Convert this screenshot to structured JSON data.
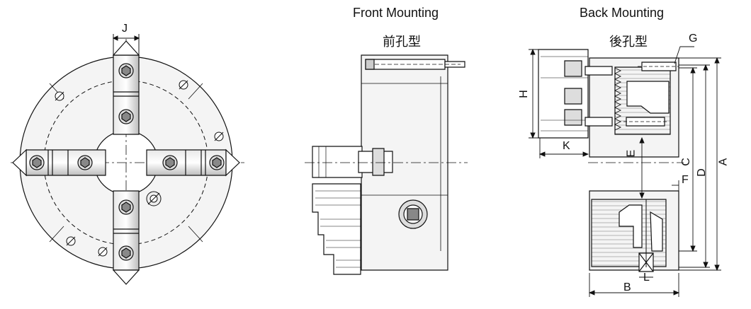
{
  "titles": {
    "front_mounting": "Front Mounting",
    "front_mounting_cjk": "前孔型",
    "back_mounting": "Back Mounting",
    "back_mounting_cjk": "後孔型"
  },
  "dimensions": {
    "J": "J",
    "H": "H",
    "K": "K",
    "G": "G",
    "E": "E",
    "C": "C",
    "D": "D",
    "A": "A",
    "F": "F",
    "B": "B",
    "L": "L"
  },
  "colors": {
    "line": "#111111",
    "fill_light": "#f4f4f4",
    "fill_mid": "#cfcfcf",
    "fill_dark": "#6a6a6a"
  }
}
